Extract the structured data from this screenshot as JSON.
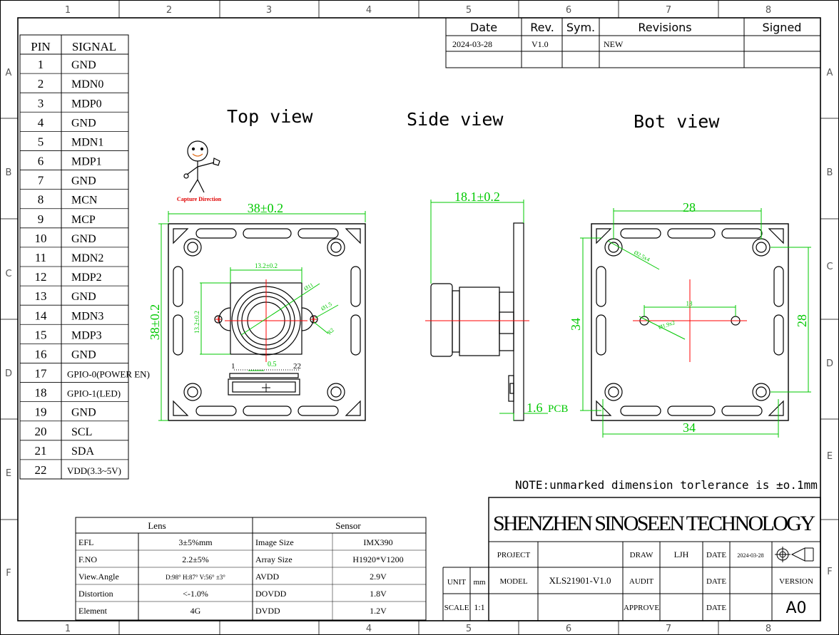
{
  "zones": {
    "cols_top": [
      "1",
      "2",
      "3",
      "4",
      "5",
      "6",
      "7",
      "8"
    ],
    "cols_bottom": [
      "1",
      "4",
      "5",
      "6",
      "7",
      "8"
    ],
    "rows": [
      "A",
      "B",
      "C",
      "D",
      "E",
      "F"
    ]
  },
  "pin_table": {
    "header": {
      "pin": "PIN",
      "signal": "SIGNAL"
    },
    "rows": [
      {
        "pin": "1",
        "signal": "GND"
      },
      {
        "pin": "2",
        "signal": "MDN0"
      },
      {
        "pin": "3",
        "signal": "MDP0"
      },
      {
        "pin": "4",
        "signal": "GND"
      },
      {
        "pin": "5",
        "signal": "MDN1"
      },
      {
        "pin": "6",
        "signal": "MDP1"
      },
      {
        "pin": "7",
        "signal": "GND"
      },
      {
        "pin": "8",
        "signal": "MCN"
      },
      {
        "pin": "9",
        "signal": "MCP"
      },
      {
        "pin": "10",
        "signal": "GND"
      },
      {
        "pin": "11",
        "signal": "MDN2"
      },
      {
        "pin": "12",
        "signal": "MDP2"
      },
      {
        "pin": "13",
        "signal": "GND"
      },
      {
        "pin": "14",
        "signal": "MDN3"
      },
      {
        "pin": "15",
        "signal": "MDP3"
      },
      {
        "pin": "16",
        "signal": "GND"
      },
      {
        "pin": "17",
        "signal": "GPIO-0(POWER EN)"
      },
      {
        "pin": "18",
        "signal": "GPIO-1(LED)"
      },
      {
        "pin": "19",
        "signal": "GND"
      },
      {
        "pin": "20",
        "signal": "SCL"
      },
      {
        "pin": "21",
        "signal": "SDA"
      },
      {
        "pin": "22",
        "signal": "VDD(3.3~5V)"
      }
    ]
  },
  "revision_table": {
    "headers": [
      "Date",
      "Rev.",
      "Sym.",
      "Revisions",
      "Signed"
    ],
    "rows": [
      [
        "2024-03-28",
        "V1.0",
        "",
        "NEW",
        ""
      ]
    ]
  },
  "views": {
    "top": "Top view",
    "side": "Side view",
    "bot": "Bot view"
  },
  "capture_label": "Capture Direction",
  "dimensions": {
    "top_width": "38±0.2",
    "top_height": "38±0.2",
    "lens_width": "13.2±0.2",
    "lens_height": "13.2±0.2",
    "d11": "Ø11",
    "d1_5": "Ø1.5",
    "r2": "R2",
    "pitch": "0.5",
    "pin_first": "1",
    "pin_last": "22",
    "side_width": "18.1±0.2",
    "pcb": "1.6",
    "pcb_label": "PCB",
    "bot_top": "28",
    "bot_bottom": "34",
    "bot_left": "34",
    "bot_right": "28",
    "bot_hole": "Ø2.5x4",
    "bot_center": "18",
    "bot_center_hole": "Ø1.9x2"
  },
  "note": "NOTE:unmarked dimension torlerance is ±o.1mm",
  "lens_sensor": {
    "lens_header": "Lens",
    "sensor_header": "Sensor",
    "rows": [
      {
        "k1": "EFL",
        "v1": "3±5%mm",
        "k2": "Image Size",
        "v2": "IMX390"
      },
      {
        "k1": "F.NO",
        "v1": "2.2±5%",
        "k2": "Array Size",
        "v2": "H1920*V1200"
      },
      {
        "k1": "View.Angle",
        "v1": "D:98° H:87° V:56° ±3°",
        "k2": "AVDD",
        "v2": "2.9V"
      },
      {
        "k1": "Distortion",
        "v1": "<-1.0%",
        "k2": "DOVDD",
        "v2": "1.8V"
      },
      {
        "k1": "Element",
        "v1": "4G",
        "k2": "DVDD",
        "v2": "1.2V"
      }
    ]
  },
  "title_block": {
    "company": "SHENZHEN SINOSEEN TECHNOLOGY",
    "unit_label": "UNIT",
    "unit_value": "mm",
    "scale_label": "SCALE",
    "scale_value": "1:1",
    "project_label": "PROJECT",
    "project_value": "",
    "model_label": "MODEL",
    "model_value": "XLS21901-V1.0",
    "draw_label": "DRAW",
    "draw_value": "LJH",
    "audit_label": "AUDIT",
    "audit_value": "",
    "approve_label": "APPROVE",
    "approve_value": "",
    "date_label": "DATE",
    "draw_date": "2024-03-28",
    "version_label": "VERSION",
    "version_value": "A0"
  },
  "colors": {
    "dim": "#00c800",
    "center": "#ff0000",
    "capture": "#e00000"
  }
}
